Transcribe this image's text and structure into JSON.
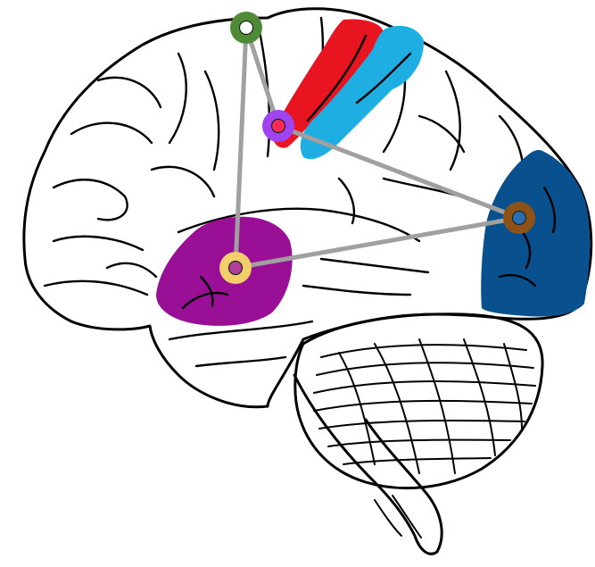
{
  "regions": [
    {
      "id": "primary-motor-cortex",
      "color": "#e8141f"
    },
    {
      "id": "primary-somatosensory-cortex",
      "color": "#1eaee2"
    },
    {
      "id": "primary-visual-cortex",
      "color": "#08508e"
    },
    {
      "id": "temporal-region",
      "color": "#990f95"
    }
  ],
  "nodes": [
    {
      "id": "node-a",
      "color": "#4f8a36"
    },
    {
      "id": "node-b",
      "color": "#a044f0"
    },
    {
      "id": "node-c",
      "color": "#8d5217"
    },
    {
      "id": "node-d",
      "color": "#f2cf6b"
    }
  ],
  "links": [
    {
      "from": "node-a",
      "to": "node-b"
    },
    {
      "from": "node-a",
      "to": "node-d"
    },
    {
      "from": "node-b",
      "to": "node-c"
    },
    {
      "from": "node-d",
      "to": "node-c"
    }
  ],
  "colors": {
    "link": "#a0a0a0",
    "outline": "#000000",
    "background": "#ffffff"
  }
}
